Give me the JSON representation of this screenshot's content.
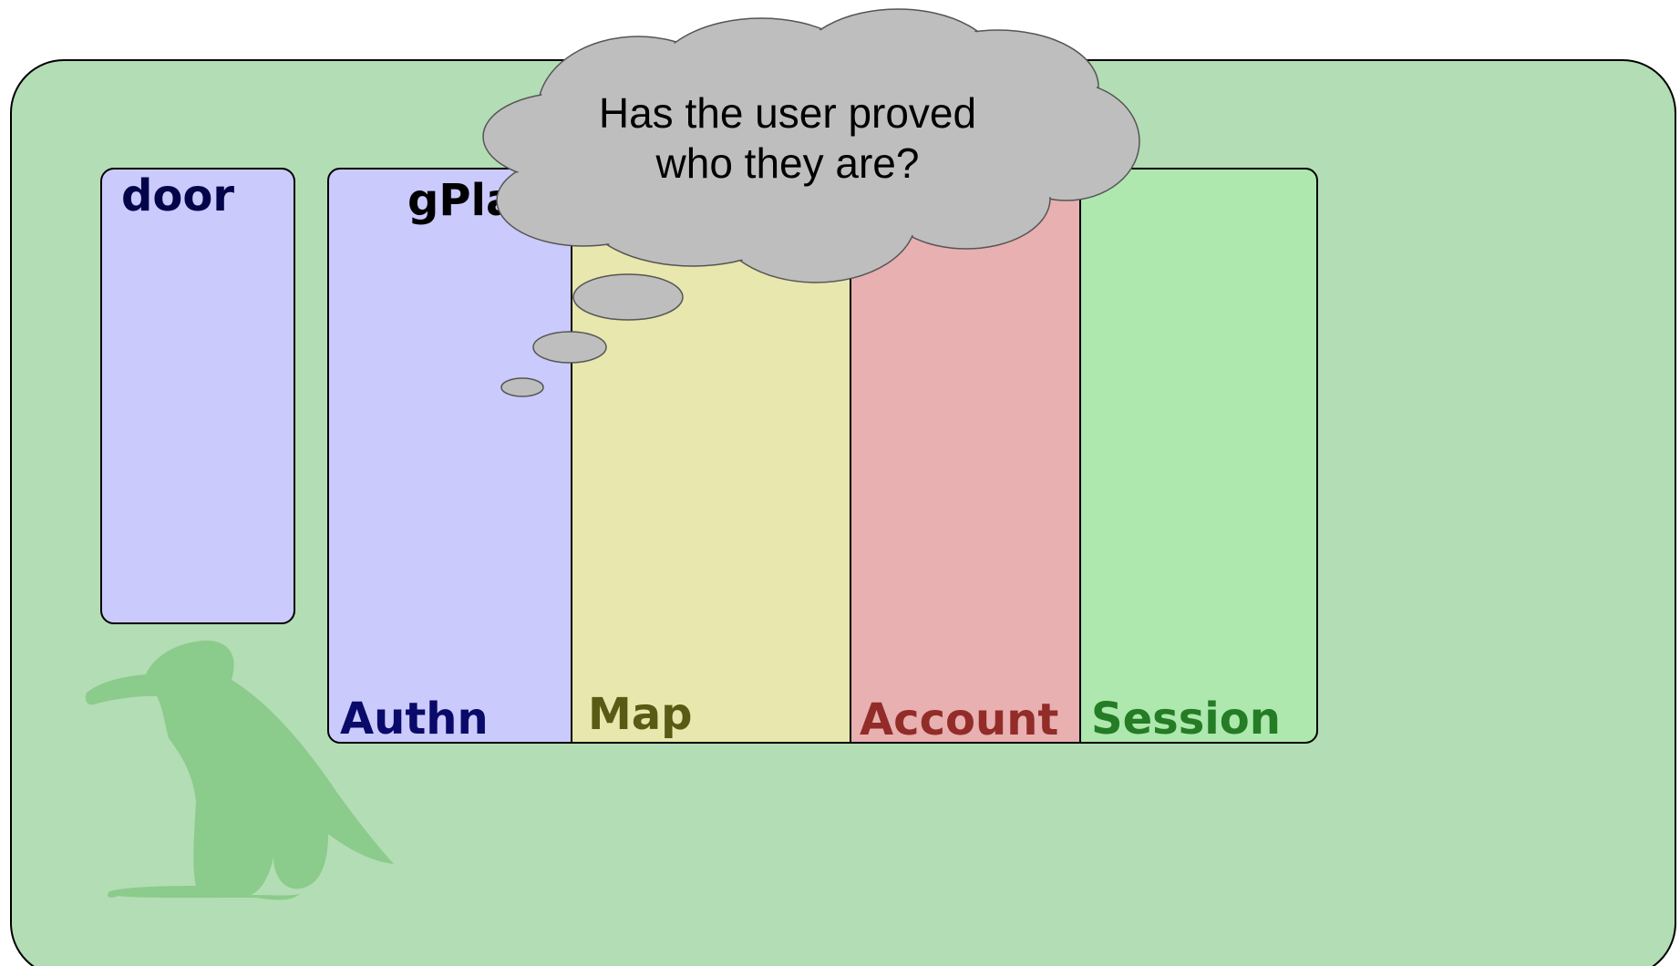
{
  "colors": {
    "background_box": "#b3ddb4",
    "door_box": "#cacbfc",
    "authn_column": "#cacbfc",
    "map_column": "#e7e7ae",
    "account_column": "#e8b0b0",
    "session_column": "#aee8ae",
    "cloud": "#bebebe",
    "mascot": "#8bcb8b",
    "door_text": "#04044a",
    "authn_text": "#0a0a6a",
    "map_text": "#5a5a14",
    "account_text": "#922c28",
    "session_text": "#247c24"
  },
  "icons": {
    "mascot": "bird-silhouette-icon",
    "thought": "thought-cloud-icon"
  },
  "boxes": {
    "door": {
      "label": "door"
    },
    "gplazma": {
      "title": "gPla",
      "columns": [
        {
          "id": "authn",
          "label": "Authn"
        },
        {
          "id": "map",
          "label": "Map"
        },
        {
          "id": "account",
          "label": "Account"
        },
        {
          "id": "session",
          "label": "Session"
        }
      ]
    }
  },
  "thought_bubble": {
    "lines": [
      "Has the user proved",
      "who they are?"
    ]
  }
}
